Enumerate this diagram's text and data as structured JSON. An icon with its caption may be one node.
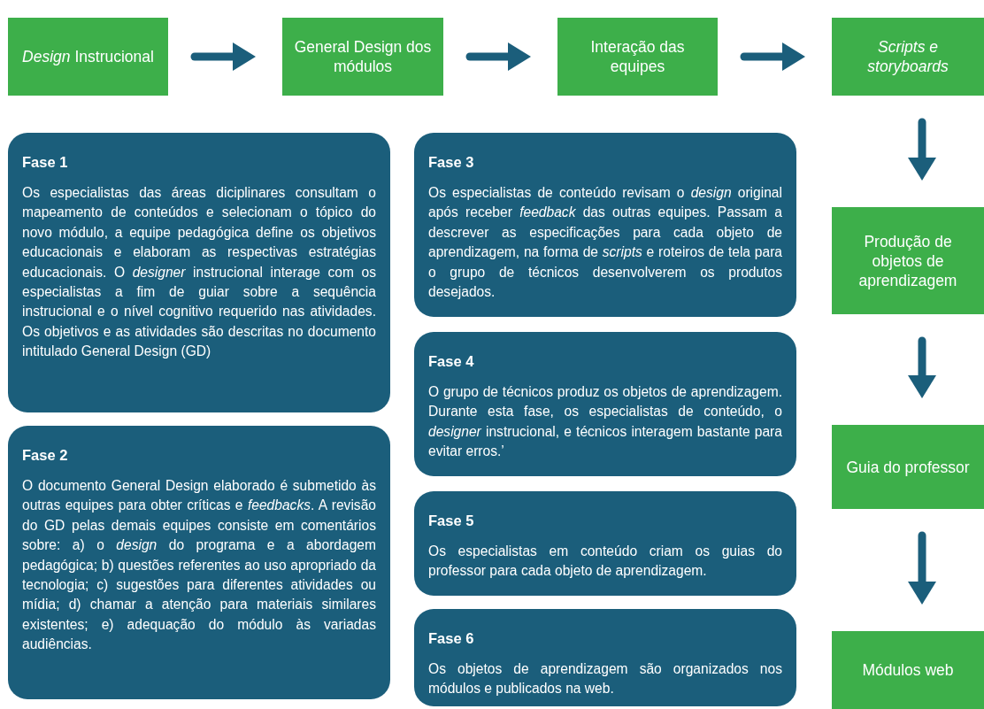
{
  "diagram": {
    "nodes": [
      {
        "text": [
          "*Design* Instrucional"
        ]
      },
      {
        "text": [
          "General Design dos módulos"
        ]
      },
      {
        "text": [
          "Interação das equipes"
        ]
      },
      {
        "text": [
          "Scripts e storyboards"
        ]
      },
      {
        "text": [
          "Produção de objetos de aprendizagem"
        ]
      },
      {
        "text": [
          "Guia do professor"
        ]
      },
      {
        "text": [
          "Módulos web"
        ]
      },
      {
        "text": [
          "Fase 1",
          "Os especialistas das áreas diciplinares consultam o mapeamento de conteúdos e selecionam o tópico do novo módulo, a equipe pedagógica define os objetivos educacionais e elaboram as respectivas estratégias educacionais. O *designer* instrucional interage com os especialistas a fim de guiar sobre a sequência instrucional e o nível cognitivo requerido nas atividades. Os objetivos e as atividades são descritas no documento intitulado General Design (GD)"
        ]
      },
      {
        "text": [
          "Fase 2",
          "O documento General Design elaborado é submetido às outras equipes para obter críticas e *feedbacks*. A revisão do GD pelas demais equipes consiste em comentários sobre: a) o *design* do programa e a abordagem pedagógica; b) questões referentes ao uso apropriado da tecnologia; c) sugestões para diferentes atividades ou mídia; d) chamar a atenção para materiais similares existentes; e) adequação do módulo às variadas audiências."
        ]
      },
      {
        "text": [
          "Fase 3",
          "Os especialistas de conteúdo revisam o *design* original após receber *feedback* das outras equipes. Passam a descrever as especificações para cada objeto de aprendizagem, na forma de *scripts* e roteiros de tela para o grupo de técnicos desenvolverem os produtos desejados."
        ]
      },
      {
        "text": [
          "Fase 4",
          "O grupo de técnicos produz os objetos de aprendizagem. Durante esta fase, os especialistas de conteúdo, o *designer* instrucional, e técnicos interagem bastante para evitar erros.’"
        ]
      },
      {
        "text": [
          "Fase 5",
          "Os especialistas em conteúdo criam os guias do professor para cada objeto de aprendizagem."
        ]
      },
      {
        "text": [
          "Fase 6",
          "Os objetos de aprendizagem são organizados nos módulos e publicados na web."
        ]
      }
    ],
    "edges": [
      {
        "from": 0,
        "to": 1,
        "arrow": "to"
      },
      {
        "from": 1,
        "to": 2,
        "arrow": "to"
      },
      {
        "from": 2,
        "to": 3,
        "arrow": "to"
      },
      {
        "from": 3,
        "to": 4,
        "arrow": "to"
      },
      {
        "from": 4,
        "to": 5,
        "arrow": "to"
      },
      {
        "from": 5,
        "to": 6,
        "arrow": "to"
      }
    ]
  }
}
